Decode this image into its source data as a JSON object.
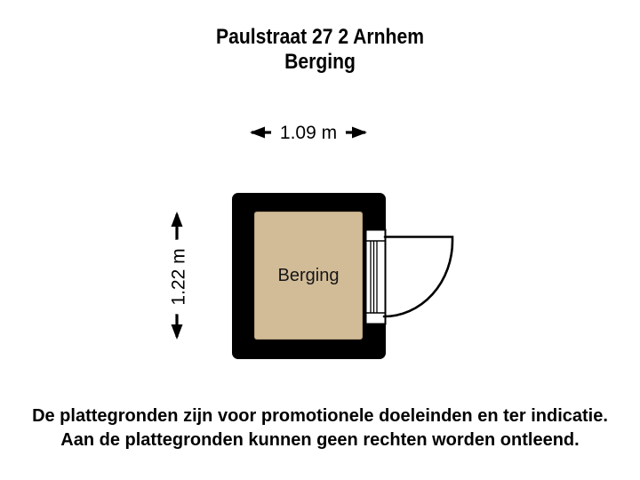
{
  "page": {
    "background_color": "#ffffff",
    "text_color": "#000000"
  },
  "header": {
    "address": "Paulstraat 27 2 Arnhem",
    "room": "Berging"
  },
  "plan": {
    "room_label": "Berging",
    "dimensions": {
      "width_label": "1.09 m",
      "height_label": "1.22 m"
    },
    "colors": {
      "wall": "#000000",
      "floor": "#d2bc98",
      "label_background": "#ffffff",
      "line": "#000000"
    }
  },
  "footer": {
    "line1": "De plattegronden zijn voor promotionele doeleinden en ter indicatie.",
    "line2": "Aan de plattegronden kunnen geen rechten worden ontleend."
  }
}
